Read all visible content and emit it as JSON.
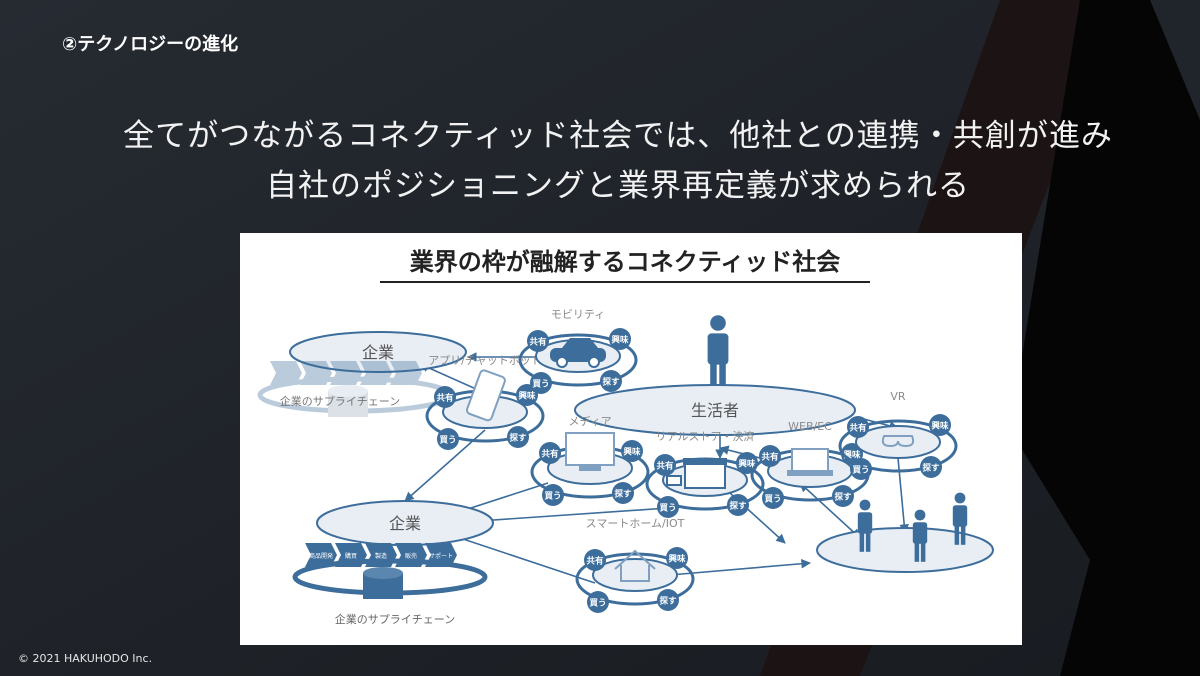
{
  "slide": {
    "section_title": "②テクノロジーの進化",
    "headline_line1": "全てがつながるコネクティッド社会では、他社との連携・共創が進み",
    "headline_line2": "自社のポジショニングと業界再定義が求められる",
    "footer": "© 2021 HAKUHODO Inc."
  },
  "diagram": {
    "title": "業界の枠が融解するコネクティッド社会",
    "company": "企業",
    "consumer": "生活者",
    "supply_chain_label": "企業のサプライチェーン",
    "supply_chain_steps": [
      "商品開発",
      "購買",
      "製造",
      "販売",
      "サポート"
    ],
    "cycle_actions": [
      "共有",
      "興味",
      "買う",
      "探す"
    ],
    "touchpoints": [
      {
        "label": "アプリ/チャットボット",
        "icon": "smartphone"
      },
      {
        "label": "モビリティ",
        "icon": "car"
      },
      {
        "label": "メディア",
        "icon": "monitor"
      },
      {
        "label": "リアルストア・決済",
        "icon": "store"
      },
      {
        "label": "WEB/EC",
        "icon": "laptop"
      },
      {
        "label": "VR",
        "icon": "vr-goggles"
      },
      {
        "label": "スマートホーム/IOT",
        "icon": "house"
      }
    ],
    "colors": {
      "primary": "#3d6d9b",
      "light": "#e9eef4",
      "label": "#8a8a8a"
    }
  }
}
